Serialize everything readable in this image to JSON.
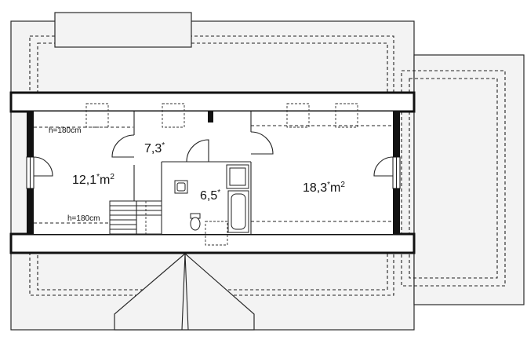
{
  "rooms": [
    {
      "id": "left",
      "area": "12,1",
      "mark": "*",
      "unit": "m",
      "sup": "2"
    },
    {
      "id": "hall",
      "area": "7,3",
      "mark": "*"
    },
    {
      "id": "bath",
      "area": "6,5",
      "mark": "*"
    },
    {
      "id": "right",
      "area": "18,3",
      "mark": "*",
      "unit": "m",
      "sup": "2"
    }
  ],
  "height_notes": [
    "h=180cm",
    "h=180cm"
  ]
}
